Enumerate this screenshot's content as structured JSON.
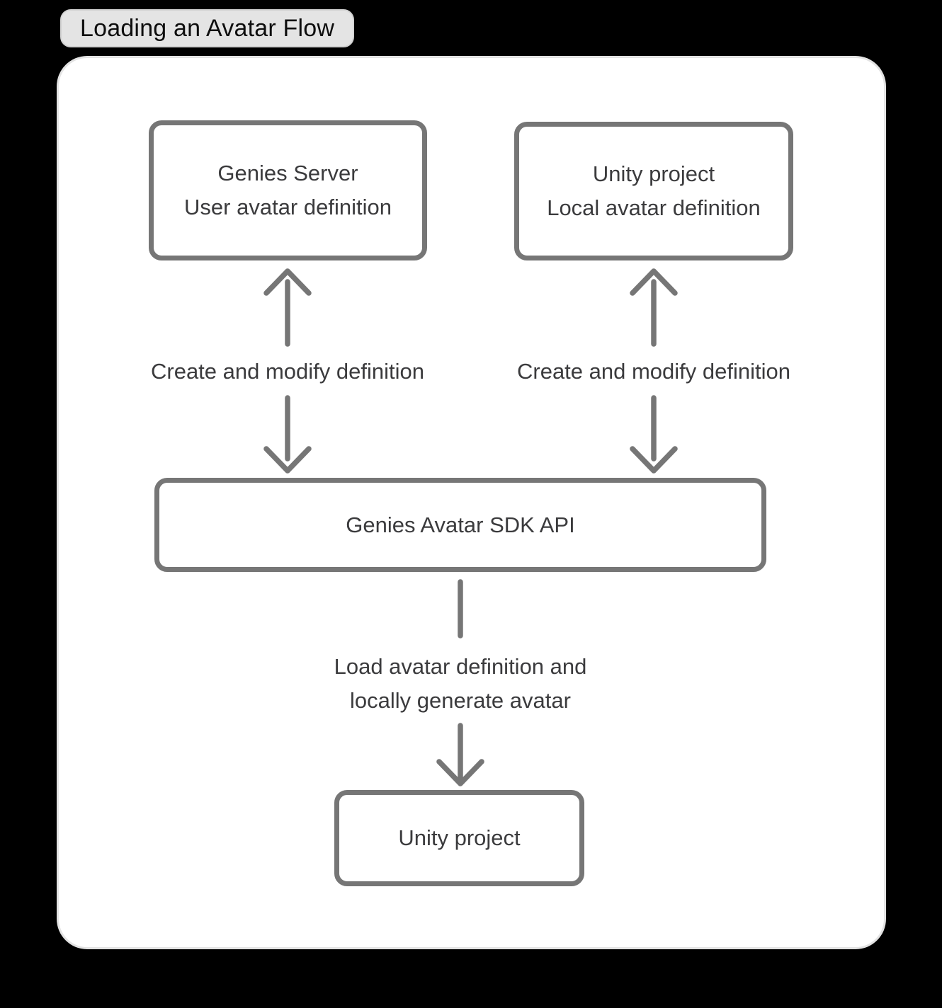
{
  "title_badge": {
    "label": "Loading an Avatar Flow"
  },
  "diagram": {
    "nodes": {
      "genies_server": {
        "line1": "Genies Server",
        "line2": "User avatar definition"
      },
      "unity_local": {
        "line1": "Unity project",
        "line2": "Local avatar definition"
      },
      "sdk_api": {
        "label": "Genies Avatar SDK API"
      },
      "unity_project": {
        "label": "Unity project"
      }
    },
    "edge_labels": {
      "left": "Create and modify definition",
      "right": "Create and modify definition",
      "load_line1": "Load avatar definition and",
      "load_line2": "locally generate avatar"
    },
    "connectors": [
      "genies_server <-> sdk_api bidirectional arrows",
      "unity_local <-> sdk_api bidirectional arrows",
      "sdk_api -> unity_project arrow"
    ],
    "colors": {
      "page_background": "#000000",
      "panel_background": "#ffffff",
      "panel_edge": "#e3e3e3",
      "badge_background": "#e4e4e4",
      "badge_text": "#0e0e0e",
      "node_border": "#767676",
      "arrow_stroke": "#767676",
      "node_text": "#3b3b3d"
    }
  }
}
